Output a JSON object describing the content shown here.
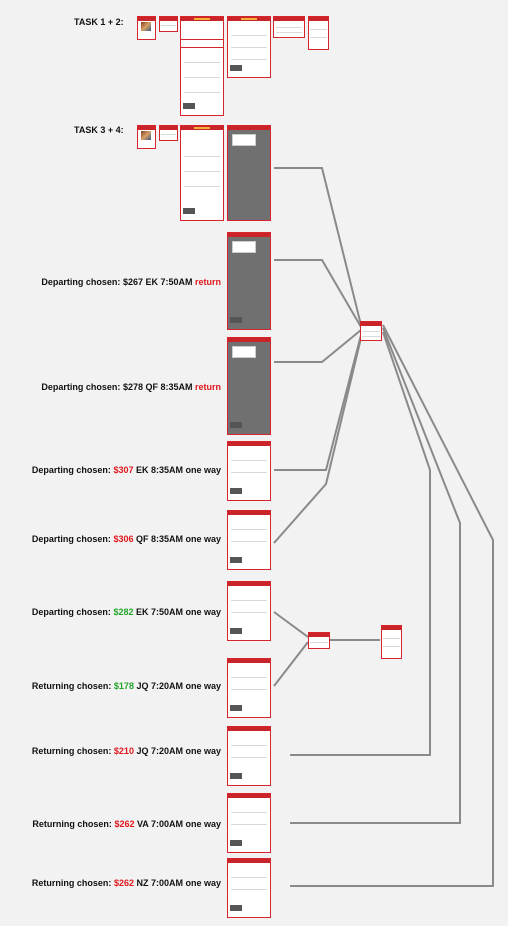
{
  "sections": {
    "task12": "TASK 1 + 2:",
    "task34": "TASK 3 + 4:"
  },
  "rows": [
    {
      "prefix": "Departing chosen: ",
      "price": "$267",
      "price_color": "black",
      "flight": " EK 7:50AM ",
      "suffix": "return",
      "suffix_color": "red"
    },
    {
      "prefix": "Departing chosen: ",
      "price": "$278",
      "price_color": "black",
      "flight": " QF 8:35AM ",
      "suffix": "return",
      "suffix_color": "red"
    },
    {
      "prefix": "Departing chosen: ",
      "price": "$307",
      "price_color": "red",
      "flight": " EK 8:35AM ",
      "suffix": "one way",
      "suffix_color": "black"
    },
    {
      "prefix": "Departing chosen: ",
      "price": "$306",
      "price_color": "red",
      "flight": " QF 8:35AM ",
      "suffix": "one way",
      "suffix_color": "black"
    },
    {
      "prefix": "Departing chosen: ",
      "price": "$282",
      "price_color": "green",
      "flight": " EK 7:50AM ",
      "suffix": "one way",
      "suffix_color": "black"
    },
    {
      "prefix": "Returning chosen: ",
      "price": "$178",
      "price_color": "green",
      "flight": " JQ 7:20AM ",
      "suffix": "one way",
      "suffix_color": "black"
    },
    {
      "prefix": "Returning chosen: ",
      "price": "$210",
      "price_color": "red",
      "flight": " JQ 7:20AM ",
      "suffix": "one way",
      "suffix_color": "black"
    },
    {
      "prefix": "Returning chosen: ",
      "price": "$262",
      "price_color": "red",
      "flight": " VA 7:00AM ",
      "suffix": "one way",
      "suffix_color": "black"
    },
    {
      "prefix": "Returning chosen: ",
      "price": "$262",
      "price_color": "red",
      "flight": " NZ 7:00AM ",
      "suffix": "one way",
      "suffix_color": "black"
    }
  ],
  "colors": {
    "accent_red": "#e0171d",
    "accent_green": "#22a52b",
    "frame_red": "#d7262b",
    "connector": "#8a8a8a"
  }
}
